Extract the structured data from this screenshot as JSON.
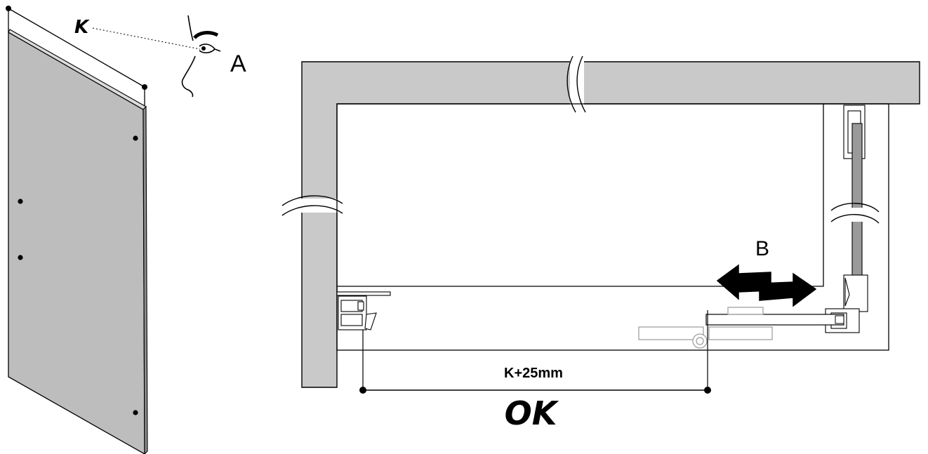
{
  "labels": {
    "k_small": "K",
    "a": "A",
    "b": "B",
    "dimension": "K+25mm",
    "verdict": "OK"
  },
  "colors": {
    "wall_fill": "#c9c9c9",
    "panel_fill": "#bdbdbd",
    "stroke": "#000000",
    "light_part": "#9a9a9a"
  }
}
